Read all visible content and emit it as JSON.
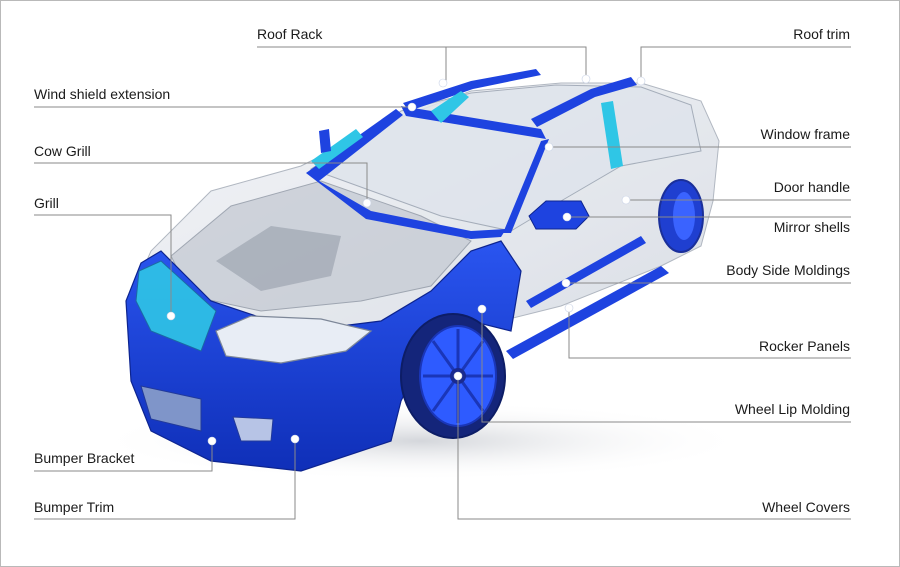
{
  "labels": {
    "roof_rack": "Roof Rack",
    "roof_trim": "Roof trim",
    "windshield_extension": "Wind shield extension",
    "window_frame": "Window frame",
    "cow_grill": "Cow Grill",
    "door_handle": "Door handle",
    "grill": "Grill",
    "mirror_shells": "Mirror shells",
    "body_side_moldings": "Body Side Moldings",
    "rocker_panels": "Rocker Panels",
    "wheel_lip_molding": "Wheel Lip Molding",
    "bumper_bracket": "Bumper Bracket",
    "bumper_trim": "Bumper Trim",
    "wheel_covers": "Wheel Covers"
  },
  "colors": {
    "highlight_blue": "#1a3fd6",
    "highlight_cyan": "#2fc6e6",
    "glass_body": "#e6e9ee",
    "leader_line": "#8a8a8a",
    "frame_border": "#b9b9b9"
  }
}
